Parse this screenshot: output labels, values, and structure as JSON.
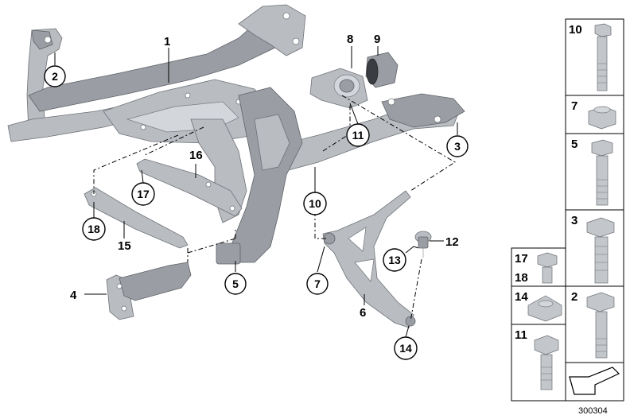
{
  "callouts": {
    "c1": "1",
    "c2": "2",
    "c3": "3",
    "c4": "4",
    "c5": "5",
    "c6": "6",
    "c7": "7",
    "c8": "8",
    "c9": "9",
    "c10": "10",
    "c11": "11",
    "c12": "12",
    "c13": "13",
    "c14": "14",
    "c15": "15",
    "c16": "16",
    "c17": "17",
    "c18": "18"
  },
  "legend": {
    "cell_10": "10",
    "cell_7": "7",
    "cell_5": "5",
    "cell_3": "3",
    "cell_17": "17",
    "cell_18": "18",
    "cell_2": "2",
    "cell_14": "14",
    "cell_11": "11"
  },
  "diagram_ref": "300304",
  "icons": {
    "direction": "forward-arrow-icon"
  }
}
